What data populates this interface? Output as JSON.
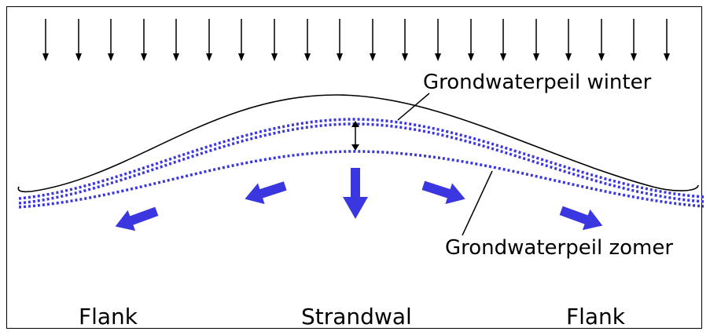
{
  "labels": {
    "winter": "Grondwaterpeil winter",
    "zomer": "Grondwaterpeil zomer",
    "flank_left": "Flank",
    "strandwal": "Strandwal",
    "flank_right": "Flank"
  },
  "colors": {
    "groundwater": "#3b37e0",
    "flow_arrows": "#3b37e0",
    "outline": "#000000",
    "background": "#ffffff"
  },
  "rain_arrow_count": 20
}
